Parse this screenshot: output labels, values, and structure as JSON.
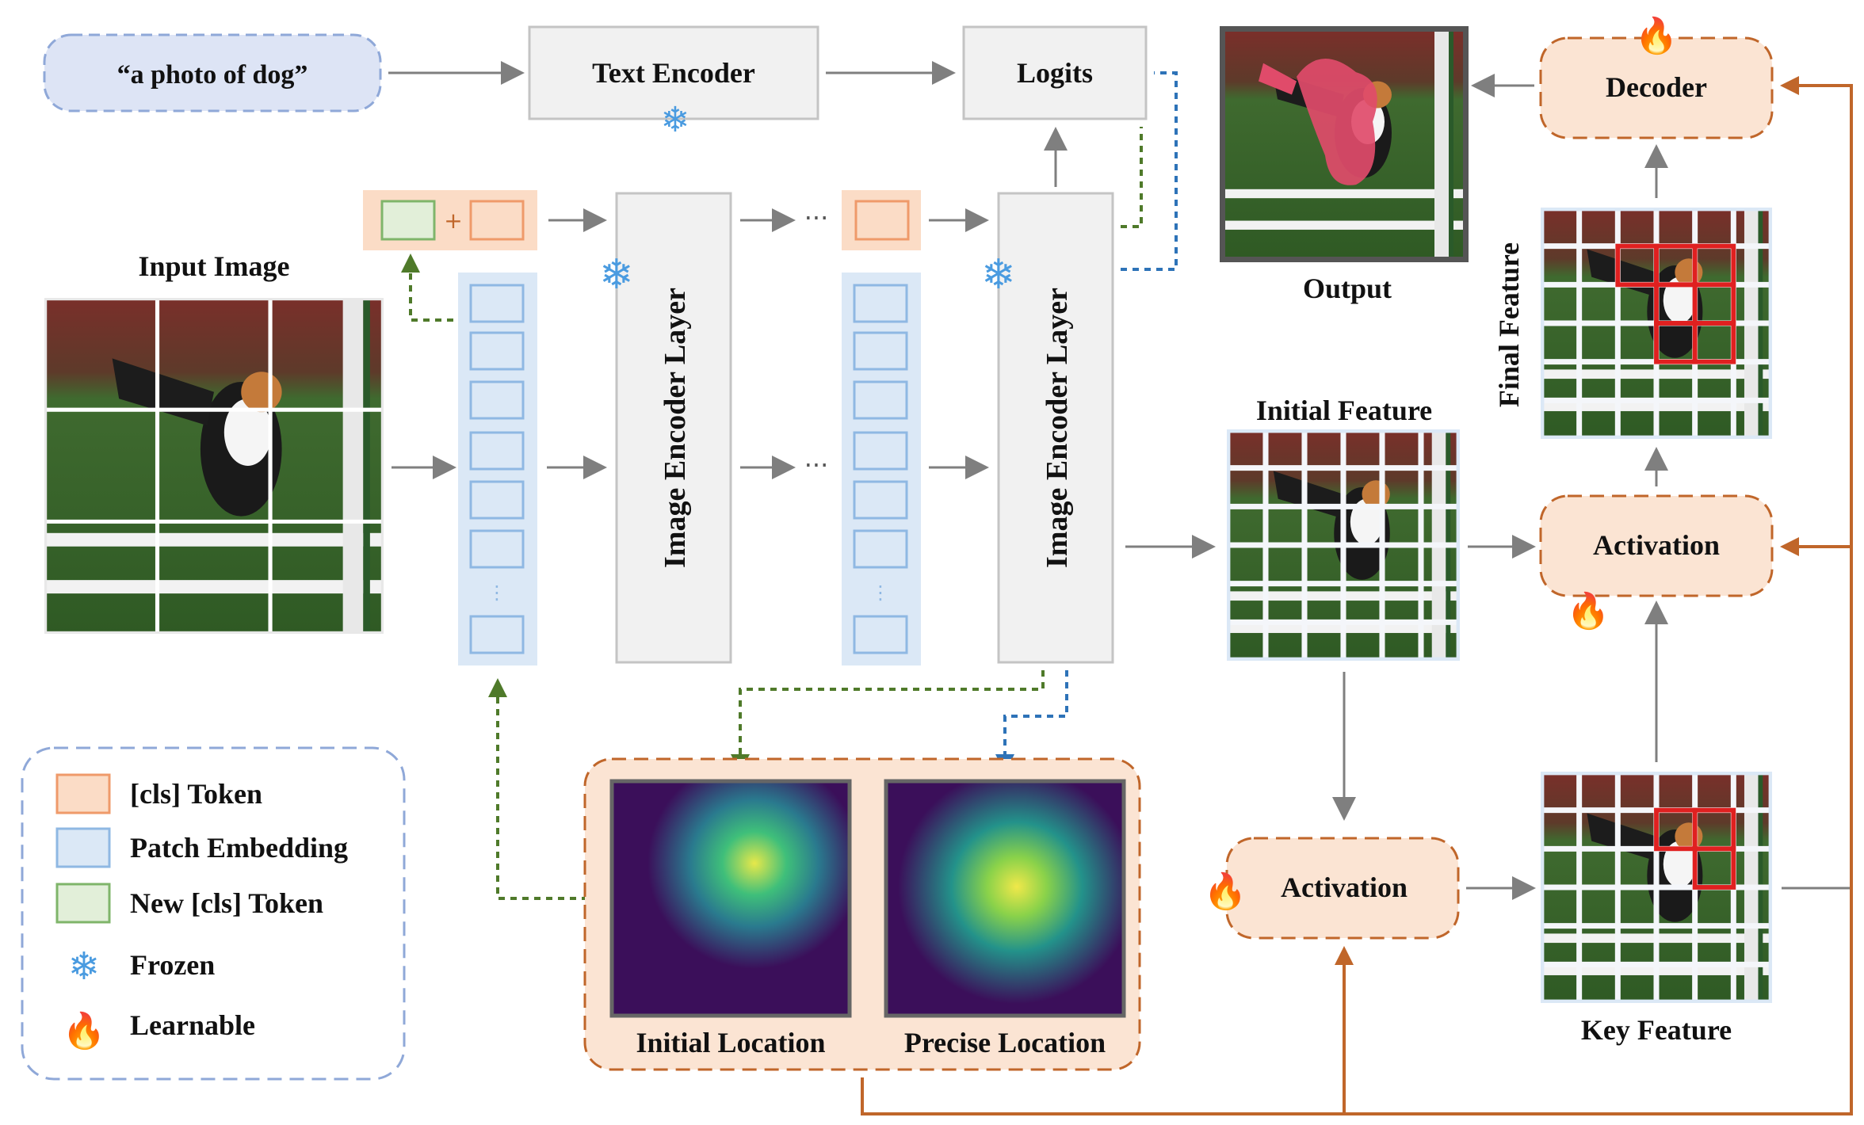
{
  "prompt": {
    "text": "“a photo of dog”"
  },
  "text_encoder": {
    "label": "Text Encoder"
  },
  "logits": {
    "label": "Logits"
  },
  "decoder": {
    "label": "Decoder"
  },
  "output": {
    "label": "Output"
  },
  "input_image": {
    "label": "Input Image"
  },
  "encoder_layers": {
    "label": "Image Encoder Layer",
    "count_shown": 2,
    "ellipsis": "···"
  },
  "initial_feature": {
    "label": "Initial Feature"
  },
  "final_feature": {
    "label": "Final Feature"
  },
  "key_feature": {
    "label": "Key Feature"
  },
  "activation_right": {
    "label": "Activation"
  },
  "activation_bottom": {
    "label": "Activation"
  },
  "locations": {
    "initial": "Initial Location",
    "precise": "Precise Location"
  },
  "legend": {
    "items": [
      {
        "label": "[cls] Token",
        "swatch": "cls"
      },
      {
        "label": "Patch Embedding",
        "swatch": "patch"
      },
      {
        "label": "New [cls] Token",
        "swatch": "newcls"
      },
      {
        "label": "Frozen",
        "swatch": "frozen-icon"
      },
      {
        "label": "Learnable",
        "swatch": "learnable-icon"
      }
    ]
  },
  "colors": {
    "cls_fill": "#fbdcc6",
    "cls_stroke": "#ef9a6a",
    "patch_fill": "#dbe8f6",
    "patch_stroke": "#8fb8e3",
    "newcls_fill": "#e2efd9",
    "newcls_stroke": "#7fb56a",
    "learnable_fill": "#fbe4d3",
    "learnable_stroke": "#c0662a",
    "gray_box": "#f1f1f1",
    "green_dash": "#4f7a2a",
    "blue_dash": "#2e73b8",
    "orange_line": "#c0662a",
    "arrow_gray": "#7f7f7f",
    "snow": "#4a9be0",
    "red_grid": "#e02020"
  }
}
